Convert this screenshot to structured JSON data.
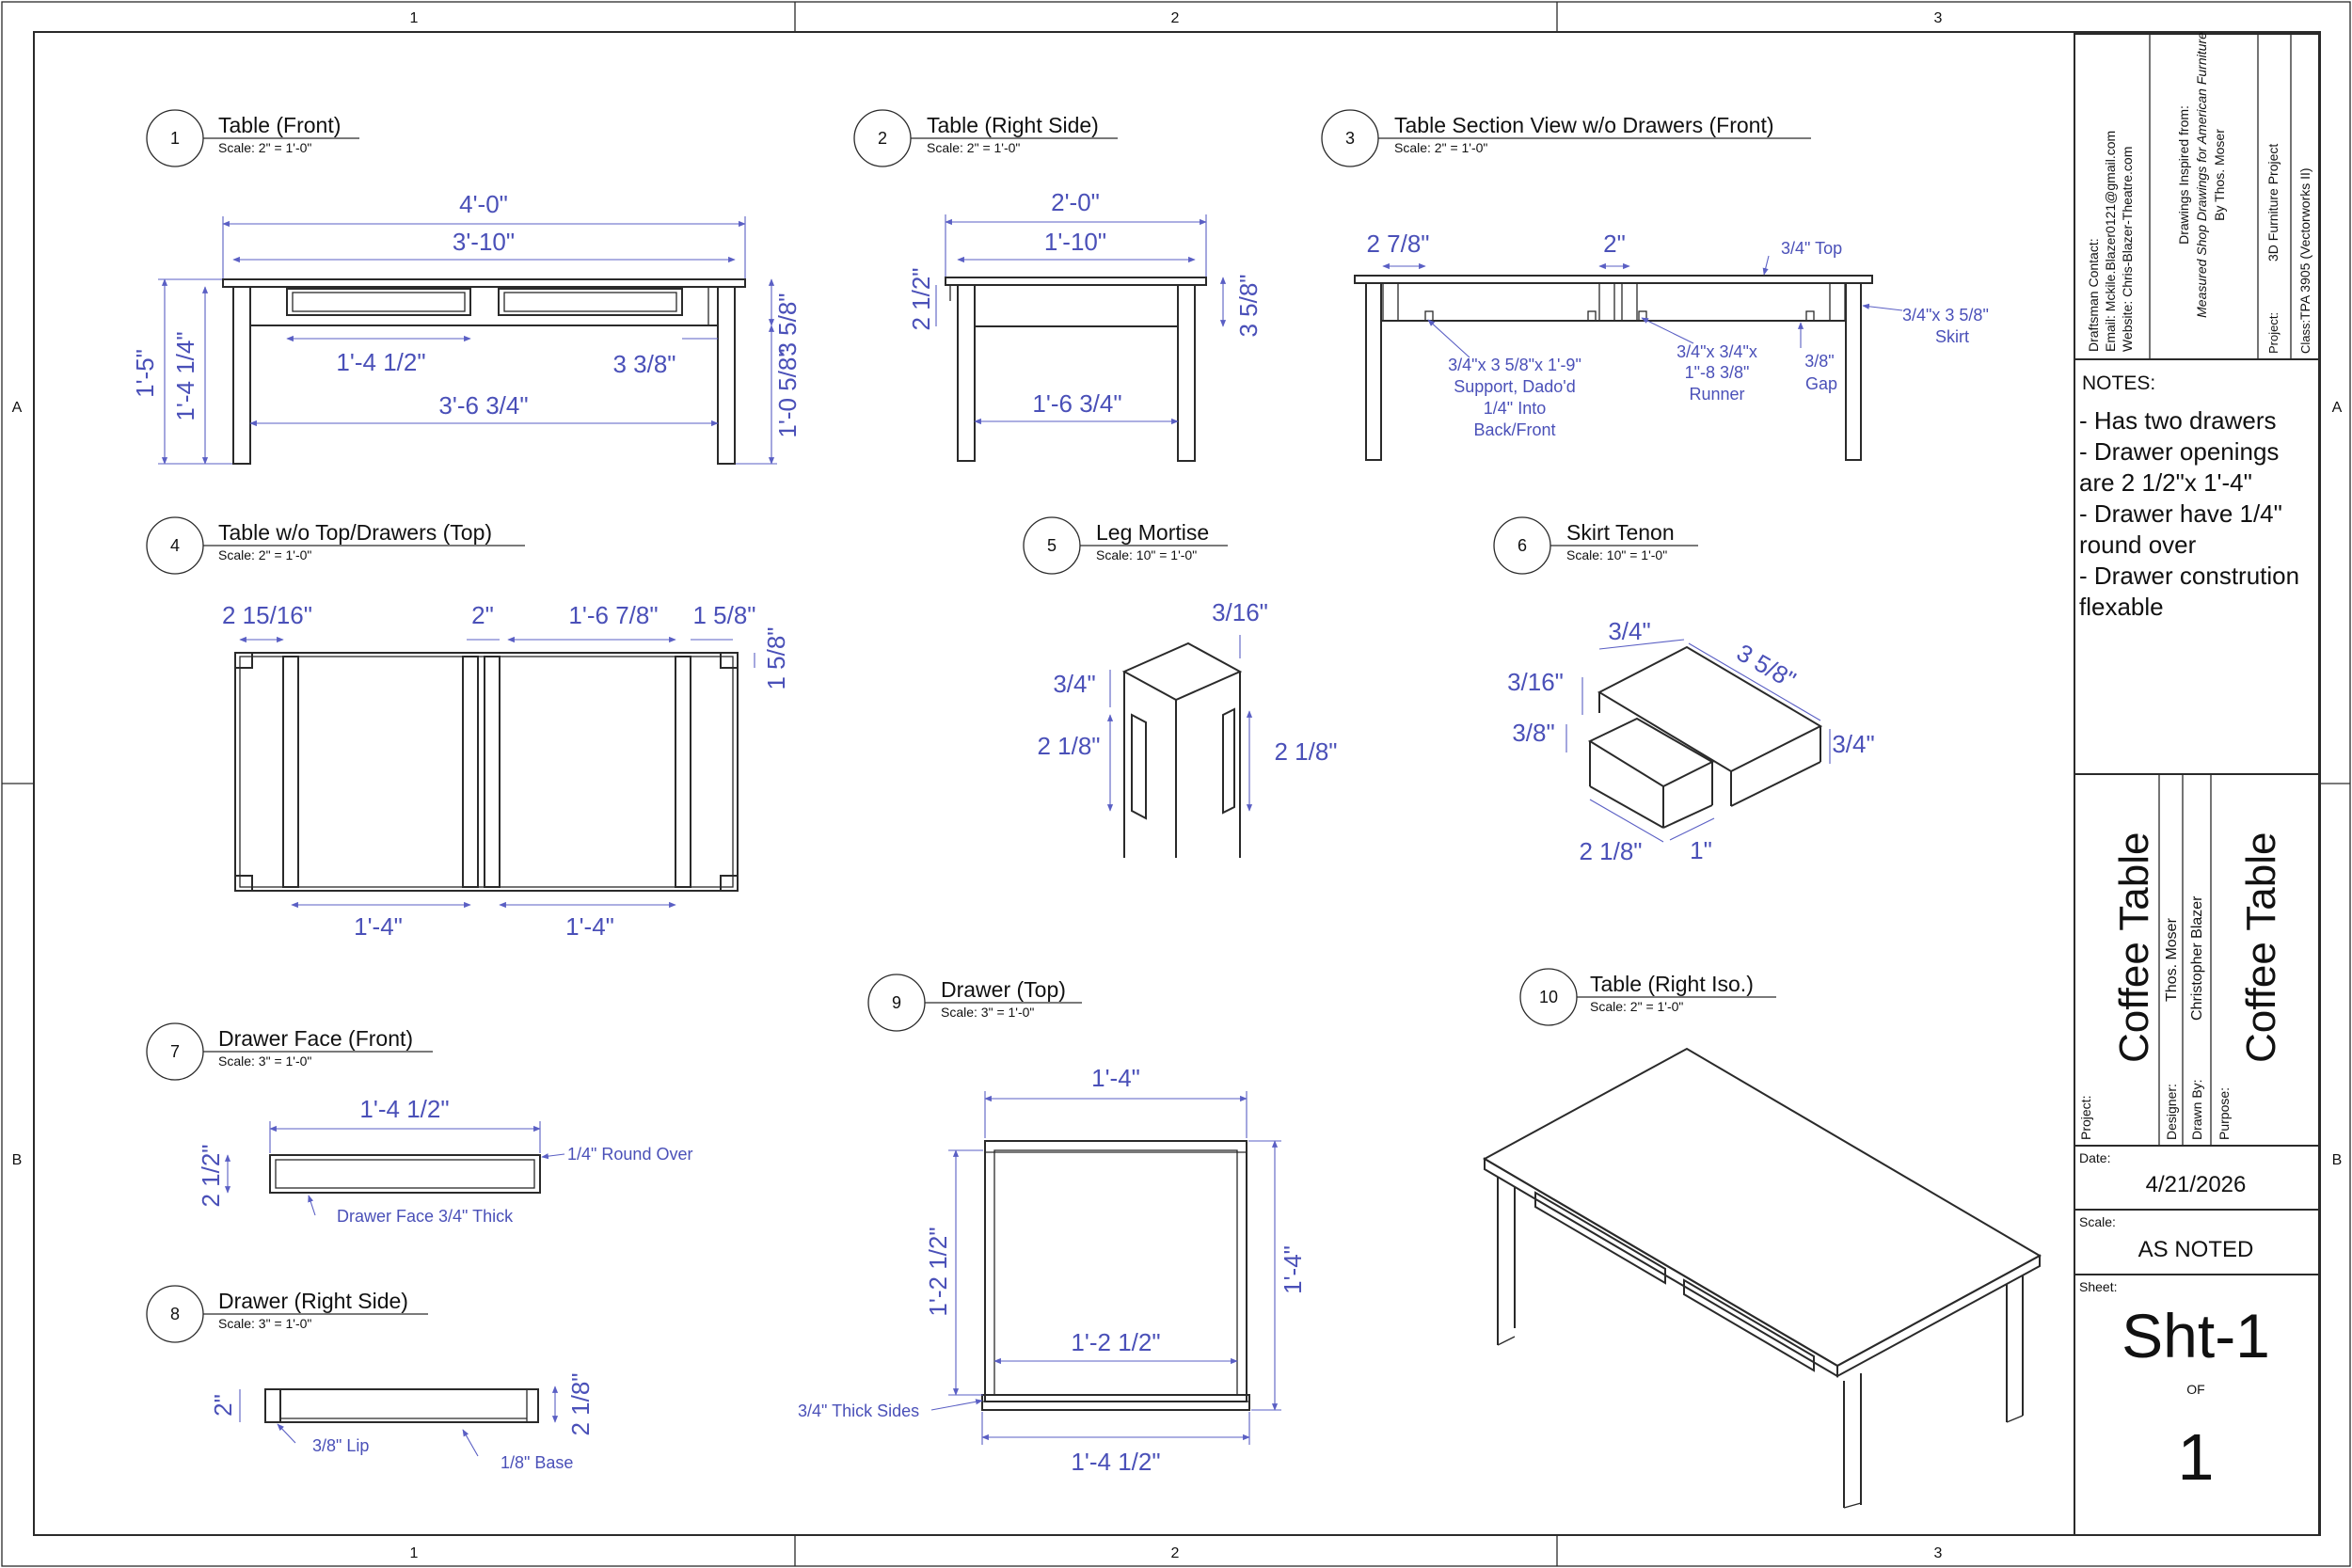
{
  "border": {
    "top_zones": [
      "1",
      "2",
      "3"
    ],
    "bottom_zones": [
      "1",
      "2",
      "3"
    ],
    "left_zones": [
      "A",
      "B"
    ],
    "right_zones": [
      "A",
      "B"
    ]
  },
  "views": [
    {
      "num": "1",
      "title": "Table (Front)",
      "scale": "Scale: 2\" = 1'-0\""
    },
    {
      "num": "2",
      "title": "Table (Right Side)",
      "scale": "Scale: 2\" = 1'-0\""
    },
    {
      "num": "3",
      "title": "Table Section View w/o Drawers (Front)",
      "scale": "Scale: 2\" = 1'-0\""
    },
    {
      "num": "4",
      "title": "Table w/o Top/Drawers (Top)",
      "scale": "Scale: 2\" = 1'-0\""
    },
    {
      "num": "5",
      "title": "Leg Mortise",
      "scale": "Scale: 10\" = 1'-0\""
    },
    {
      "num": "6",
      "title": "Skirt Tenon",
      "scale": "Scale: 10\" = 1'-0\""
    },
    {
      "num": "7",
      "title": "Drawer Face (Front)",
      "scale": "Scale: 3\" = 1'-0\""
    },
    {
      "num": "8",
      "title": "Drawer (Right Side)",
      "scale": "Scale: 3\" = 1'-0\""
    },
    {
      "num": "9",
      "title": "Drawer (Top)",
      "scale": "Scale: 3\" = 1'-0\""
    },
    {
      "num": "10",
      "title": "Table (Right Iso.)",
      "scale": "Scale: 2\" = 1'-0\""
    }
  ],
  "dims": {
    "v1": [
      "4'-0\"",
      "3'-10\"",
      "1'-4 1/2\"",
      "3 3/8\"",
      "3'-6 3/4\"",
      "1'-5\"",
      "1'-4 1/4\"",
      "1'-0 5/8\"",
      "3 5/8\""
    ],
    "v2": [
      "2'-0\"",
      "1'-10\"",
      "2 1/2\"",
      "3 5/8\"",
      "1'-6 3/4\""
    ],
    "v3": [
      "2 7/8\"",
      "2\"",
      "3/4\" Top",
      "3/4\"x 3 5/8\"",
      "Skirt",
      "3/4\"x 3 5/8\"x 1'-9\"",
      "Support, Dado'd",
      "1/4\" Into",
      "Back/Front",
      "3/4\"x 3/4\"x",
      "1\"-8 3/8\"",
      "Runner",
      "3/8\"",
      "Gap"
    ],
    "v4": [
      "2 15/16\"",
      "2\"",
      "1'-6 7/8\"",
      "1 5/8\"",
      "1 5/8\"",
      "1'-4\"",
      "1'-4\""
    ],
    "v5": [
      "3/16\"",
      "3/4\"",
      "2 1/8\"",
      "2 1/8\""
    ],
    "v6": [
      "3/4\"",
      "3 5/8\"",
      "3/16\"",
      "3/8\"",
      "3/4\"",
      "2 1/8\"",
      "1\""
    ],
    "v7": [
      "1'-4 1/2\"",
      "2 1/2\"",
      "1/4\" Round Over",
      "Drawer Face 3/4\" Thick"
    ],
    "v8": [
      "2\"",
      "2 1/8\"",
      "3/8\" Lip",
      "1/8\" Base"
    ],
    "v9": [
      "1'-4\"",
      "1'-2 1/2\"",
      "1'-4\"",
      "1'-2 1/2\"",
      "3/4\" Thick Sides",
      "1'-4 1/2\""
    ]
  },
  "title_block": {
    "contact": [
      "Draftsman Contact:",
      "Email: Mckile.Blazer0121@gmail.com",
      "Website: Chris-Blazer-Theatre.com"
    ],
    "inspired": [
      "Drawings Inspired from:",
      "Measured Shop Drawings for American Furniture",
      "By Thos. Moser"
    ],
    "project_label": "Project:",
    "project_value": "3D Furniture Project",
    "class_label": "Class:",
    "class_value": "TPA 3905 (Vectorworks II)",
    "notes_label": "NOTES:",
    "notes": [
      "- Has two drawers",
      "- Drawer openings",
      "are 2 1/2\"x 1'-4\"",
      "- Drawer have 1/4\"",
      "round over",
      "- Drawer constrution",
      "flexable"
    ],
    "big_project_label": "Project:",
    "big_project": "Coffee Table",
    "designer_label": "Designer:",
    "designer": "Thos. Moser",
    "drawn_label": "Drawn By:",
    "drawn": "Christopher Blazer",
    "purpose_label": "Purpose:",
    "purpose": "Coffee Table",
    "date_label": "Date:",
    "date": "4/21/2026",
    "scale_label": "Scale:",
    "scale": "AS NOTED",
    "sheet_label": "Sheet:",
    "sheet": "Sht-1",
    "of": "OF",
    "total": "1"
  }
}
